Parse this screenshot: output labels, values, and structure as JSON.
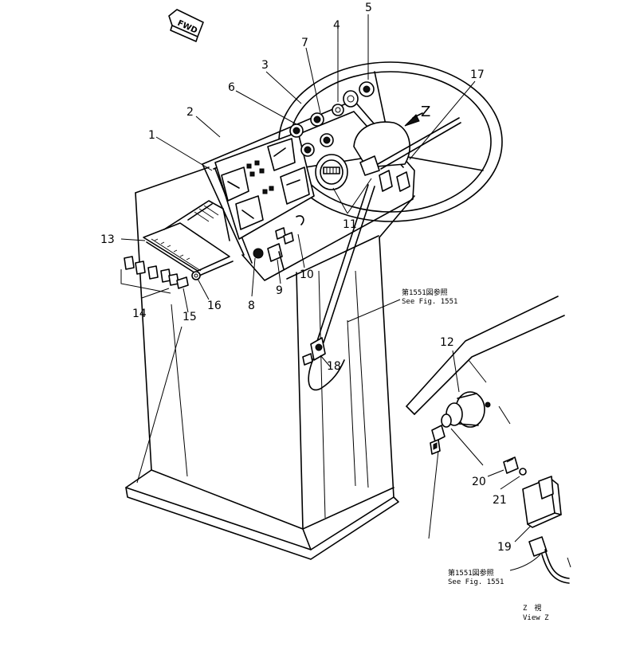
{
  "orientation_marker": {
    "label": "FWD"
  },
  "view_marker": {
    "label": "Z"
  },
  "callouts": [
    {
      "id": "1",
      "label": "1"
    },
    {
      "id": "2",
      "label": "2"
    },
    {
      "id": "3",
      "label": "3"
    },
    {
      "id": "4",
      "label": "4"
    },
    {
      "id": "5",
      "label": "5"
    },
    {
      "id": "6",
      "label": "6"
    },
    {
      "id": "7",
      "label": "7"
    },
    {
      "id": "8",
      "label": "8"
    },
    {
      "id": "9",
      "label": "9"
    },
    {
      "id": "10",
      "label": "10"
    },
    {
      "id": "11",
      "label": "11"
    },
    {
      "id": "12",
      "label": "12"
    },
    {
      "id": "13",
      "label": "13"
    },
    {
      "id": "14",
      "label": "14"
    },
    {
      "id": "15",
      "label": "15"
    },
    {
      "id": "16",
      "label": "16"
    },
    {
      "id": "17",
      "label": "17"
    },
    {
      "id": "18",
      "label": "18"
    },
    {
      "id": "19",
      "label": "19"
    },
    {
      "id": "20",
      "label": "20"
    },
    {
      "id": "21",
      "label": "21"
    }
  ],
  "notes": [
    {
      "id": "note_upper_jp",
      "text": "第1551図参照"
    },
    {
      "id": "note_upper_en",
      "text": "See Fig. 1551"
    },
    {
      "id": "note_lower_jp",
      "text": "第1551図参照"
    },
    {
      "id": "note_lower_en",
      "text": "See Fig. 1551"
    }
  ],
  "view_caption": {
    "jp": "Z　視",
    "en": "View Z"
  }
}
